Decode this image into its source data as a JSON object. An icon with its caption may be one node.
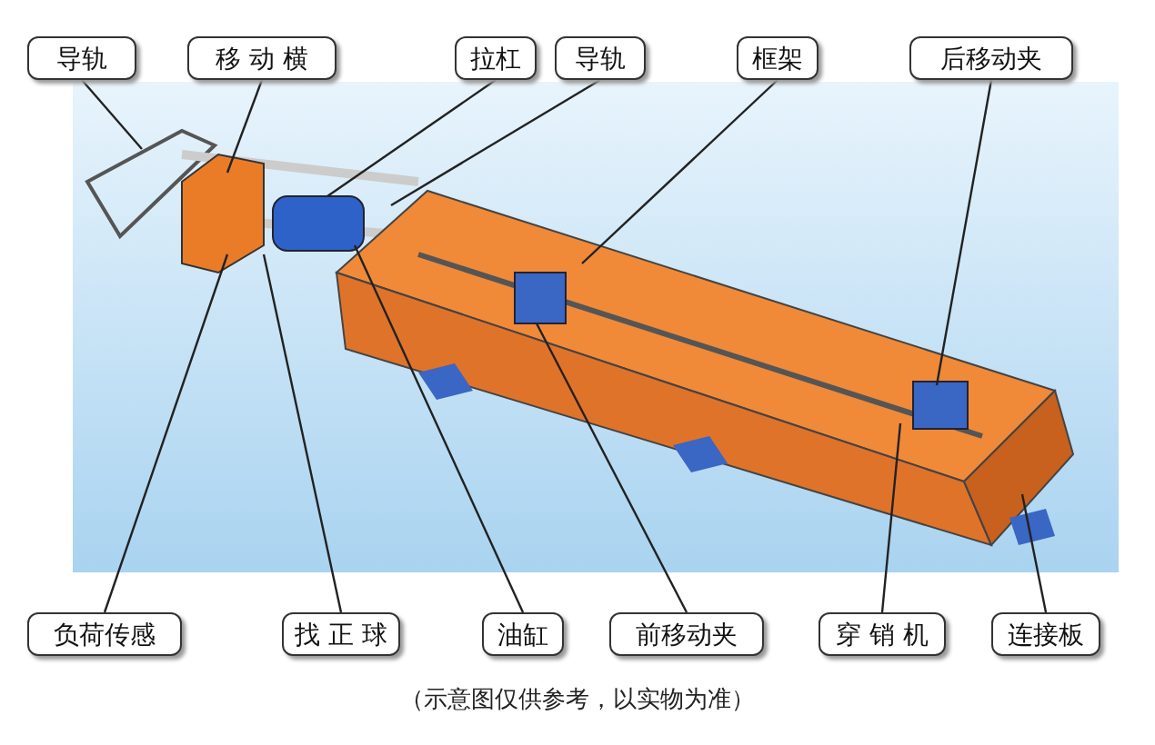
{
  "diagram": {
    "caption": "（示意图仅供参考，以实物为准）",
    "nodes": [
      {
        "text": [
          "导轨"
        ]
      },
      {
        "text": [
          "移 动 横"
        ]
      },
      {
        "text": [
          "拉杠"
        ]
      },
      {
        "text": [
          "导轨"
        ]
      },
      {
        "text": [
          "框架"
        ]
      },
      {
        "text": [
          "后移动夹"
        ]
      },
      {
        "text": [
          "负荷传感"
        ]
      },
      {
        "text": [
          "找 正 球"
        ]
      },
      {
        "text": [
          "油缸"
        ]
      },
      {
        "text": [
          "前移动夹"
        ]
      },
      {
        "text": [
          "穿 销 机"
        ]
      },
      {
        "text": [
          "连接板"
        ]
      }
    ],
    "edges": [
      {
        "from": 0,
        "to": null,
        "arrow": "none"
      },
      {
        "from": 1,
        "to": null,
        "arrow": "none"
      },
      {
        "from": 2,
        "to": null,
        "arrow": "none"
      },
      {
        "from": 3,
        "to": null,
        "arrow": "none"
      },
      {
        "from": 4,
        "to": null,
        "arrow": "none"
      },
      {
        "from": 5,
        "to": null,
        "arrow": "none"
      },
      {
        "from": 6,
        "to": null,
        "arrow": "none"
      },
      {
        "from": 7,
        "to": null,
        "arrow": "none"
      },
      {
        "from": 8,
        "to": null,
        "arrow": "none"
      },
      {
        "from": 9,
        "to": null,
        "arrow": "none"
      },
      {
        "from": 10,
        "to": null,
        "arrow": "none"
      },
      {
        "from": 11,
        "to": null,
        "arrow": "none"
      }
    ]
  }
}
